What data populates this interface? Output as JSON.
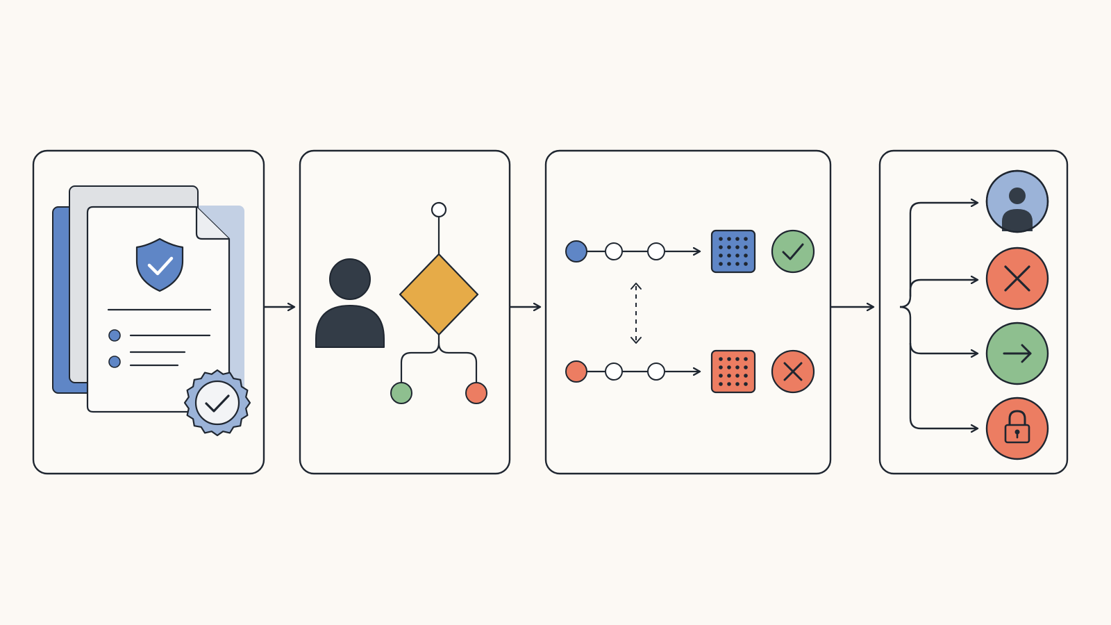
{
  "colors": {
    "background": "#fcf9f4",
    "stroke": "#1f2630",
    "panel_fill": "#fcfaf6",
    "blue": "#5f86c6",
    "blue_light": "#9bb3d8",
    "blue_pale": "#c3d0e4",
    "gray_doc": "#dfe1e4",
    "paper": "#fcfbf9",
    "orange": "#e6ab48",
    "green": "#8ebf8f",
    "red": "#ec7d62",
    "dark": "#333c47"
  },
  "panels": [
    {
      "id": "document-verification",
      "icons": [
        "document-stack-icon",
        "shield-check-icon",
        "seal-check-icon"
      ]
    },
    {
      "id": "user-decision",
      "icons": [
        "user-icon",
        "decision-diamond-icon"
      ]
    },
    {
      "id": "process-comparison",
      "icons": [
        "pipeline-blue-icon",
        "pipeline-red-icon",
        "swap-arrows-icon"
      ]
    },
    {
      "id": "outcome-routing",
      "icons": [
        "user-circle-icon",
        "close-circle-icon",
        "arrow-circle-icon",
        "lock-circle-icon"
      ]
    }
  ],
  "outcomes": [
    {
      "id": "assign-user",
      "icon": "user-circle-icon",
      "color": "blue_light"
    },
    {
      "id": "reject",
      "icon": "close-circle-icon",
      "color": "red"
    },
    {
      "id": "forward",
      "icon": "arrow-circle-icon",
      "color": "green"
    },
    {
      "id": "lock",
      "icon": "lock-circle-icon",
      "color": "red"
    }
  ]
}
